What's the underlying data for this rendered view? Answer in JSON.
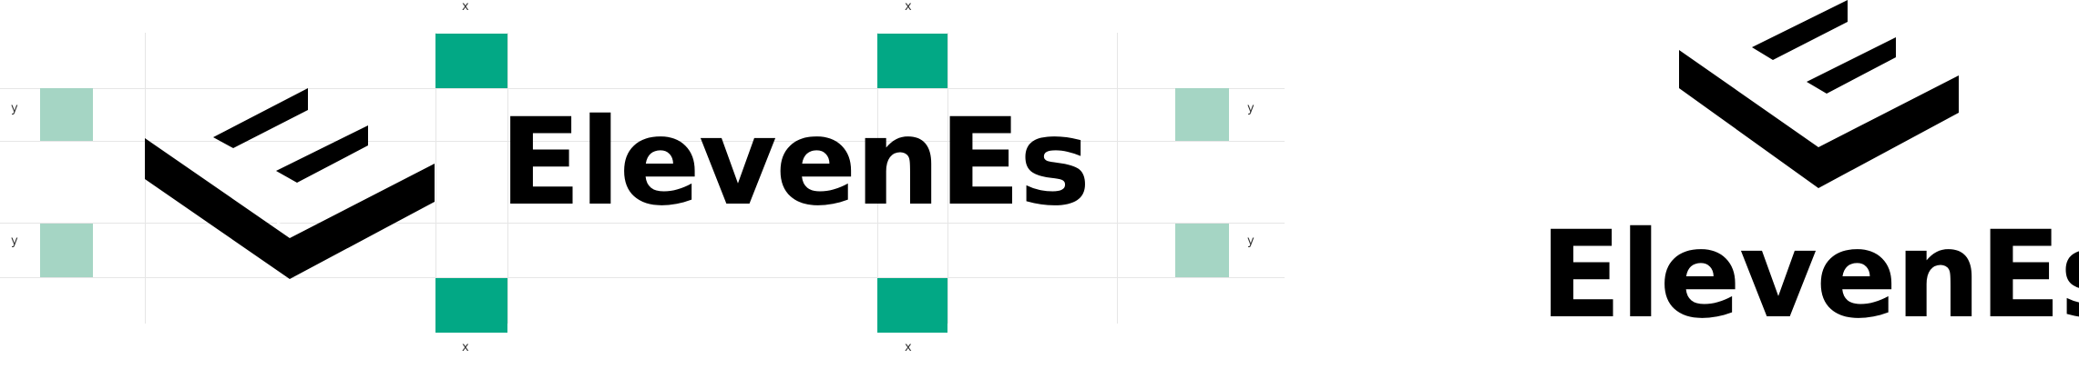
{
  "brand": {
    "wordmark": "ElevenEs"
  },
  "guides": {
    "x_label": "x",
    "y_label": "y"
  },
  "colors": {
    "accent_dark": "#02a885",
    "accent_light": "#a5d5c4",
    "grid": "#e6e6e6",
    "ink": "#000000"
  },
  "icons": {
    "logo_mark": "layered-chevron-logo"
  }
}
